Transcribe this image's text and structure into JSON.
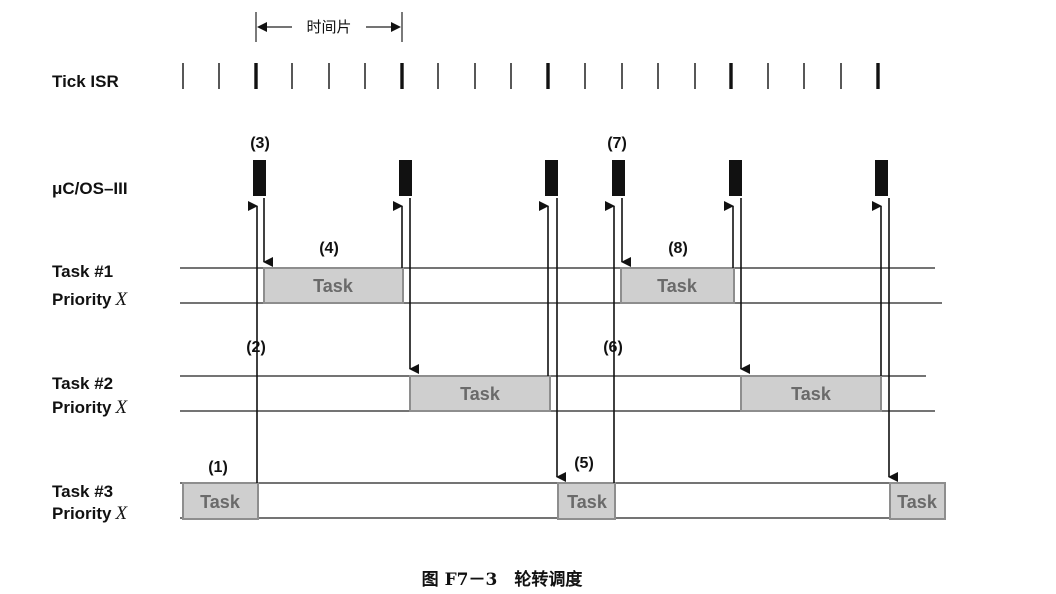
{
  "time_slice_label": "时间片",
  "rows": {
    "tick_isr": "Tick ISR",
    "os": "μC/OS–III",
    "task1": {
      "name": "Task #1",
      "priority": "Priority",
      "var": "X"
    },
    "task2": {
      "name": "Task #2",
      "priority": "Priority",
      "var": "X"
    },
    "task3": {
      "name": "Task #3",
      "priority": "Priority",
      "var": "X"
    }
  },
  "task_label": "Task",
  "steps": [
    "(1)",
    "(2)",
    "(3)",
    "(4)",
    "(5)",
    "(6)",
    "(7)",
    "(8)"
  ],
  "caption": "图 F7－3　轮转调度"
}
